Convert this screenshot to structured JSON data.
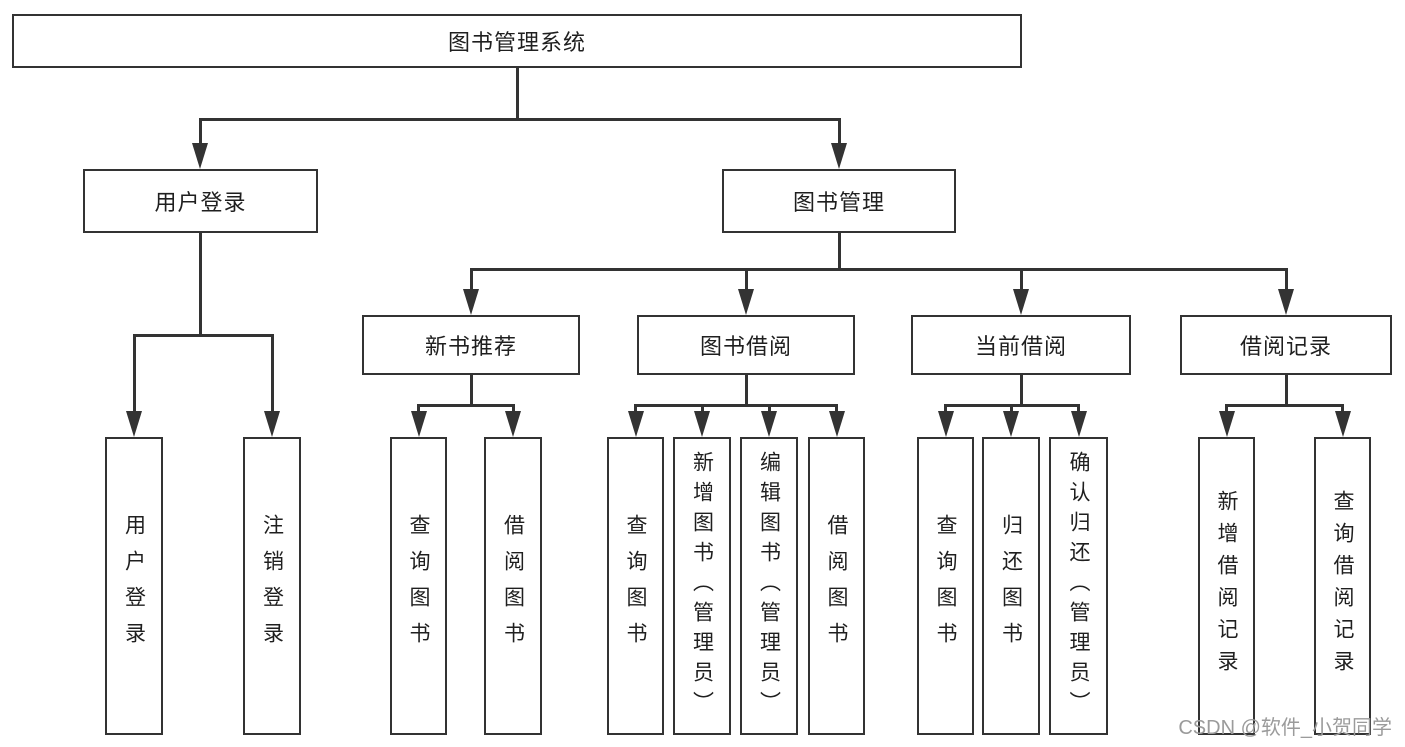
{
  "diagram": {
    "type": "hierarchy",
    "colors": {
      "line": "#333333",
      "text": "#1f1f1f",
      "background": "#ffffff",
      "watermark_text": "#9b9b9b"
    },
    "tree": {
      "root": {
        "label": "图书管理系统"
      },
      "branches": [
        {
          "label": "用户登录",
          "children": [
            {
              "label": "用户登录"
            },
            {
              "label": "注销登录"
            }
          ]
        },
        {
          "label": "图书管理",
          "children": [
            {
              "label": "新书推荐",
              "children": [
                {
                  "label": "查询图书"
                },
                {
                  "label": "借阅图书"
                }
              ]
            },
            {
              "label": "图书借阅",
              "children": [
                {
                  "label": "查询图书"
                },
                {
                  "label": "新增图书（管理员）"
                },
                {
                  "label": "编辑图书（管理员）"
                },
                {
                  "label": "借阅图书"
                }
              ]
            },
            {
              "label": "当前借阅",
              "children": [
                {
                  "label": "查询图书"
                },
                {
                  "label": "归还图书"
                },
                {
                  "label": "确认归还（管理员）"
                }
              ]
            },
            {
              "label": "借阅记录",
              "children": [
                {
                  "label": "新增借阅记录"
                },
                {
                  "label": "查询借阅记录"
                }
              ]
            }
          ]
        }
      ]
    },
    "watermark": {
      "text": "CSDN @软件_小贺同学"
    }
  }
}
